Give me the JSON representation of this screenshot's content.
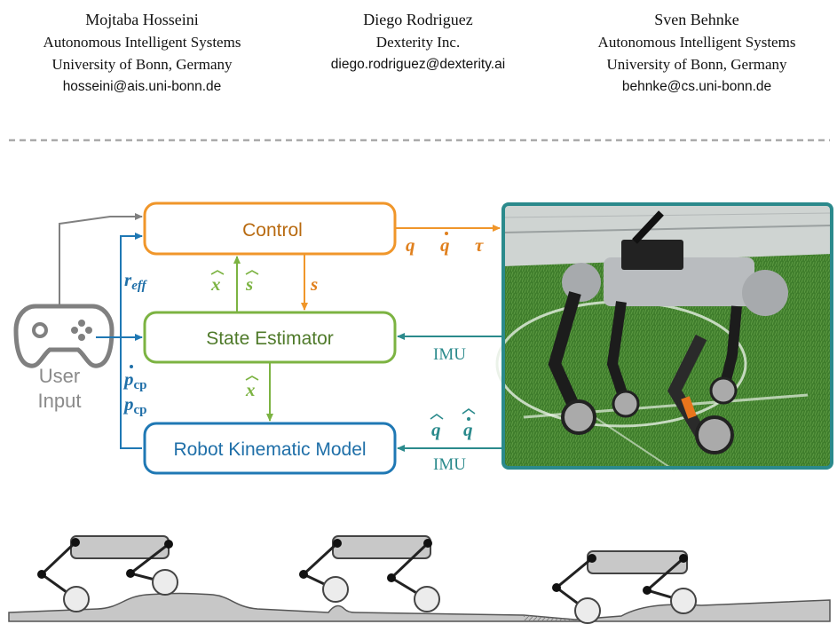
{
  "authors": [
    {
      "name": "Mojtaba Hosseini",
      "affiliation": "Autonomous Intelligent Systems",
      "institution": "University of Bonn, Germany",
      "email": "hosseini@ais.uni-bonn.de"
    },
    {
      "name": "Diego Rodriguez",
      "affiliation": "Dexterity Inc.",
      "institution": "",
      "email": "diego.rodriguez@dexterity.ai"
    },
    {
      "name": "Sven Behnke",
      "affiliation": "Autonomous Intelligent Systems",
      "institution": "University of Bonn, Germany",
      "email": "behnke@cs.uni-bonn.de"
    }
  ],
  "diagram": {
    "blocks": {
      "control": "Control",
      "state_estimator": "State Estimator",
      "kinematic_model": "Robot Kinematic Model"
    },
    "user_input": {
      "line1": "User",
      "line2": "Input"
    },
    "signals": {
      "r_eff": "r",
      "r_eff_sub": "eff",
      "x_hat": "x",
      "s_hat": "s",
      "s": "s",
      "p_cp": "p",
      "p_cp_sub": "cp",
      "q": "q",
      "q_dot": "q",
      "tau": "τ",
      "imu_1": "IMU",
      "imu_2": "IMU",
      "q_hat": "q",
      "q_dot_hat": "q"
    },
    "colors": {
      "control": "#f0962a",
      "estimator": "#7cb342",
      "kinematic": "#1f78b4",
      "feedback": "#2b8a8c",
      "user": "#808080",
      "control_text": "#b86a10",
      "estimator_text": "#4f7a2a",
      "kinematic_text": "#1f6fa8"
    }
  }
}
